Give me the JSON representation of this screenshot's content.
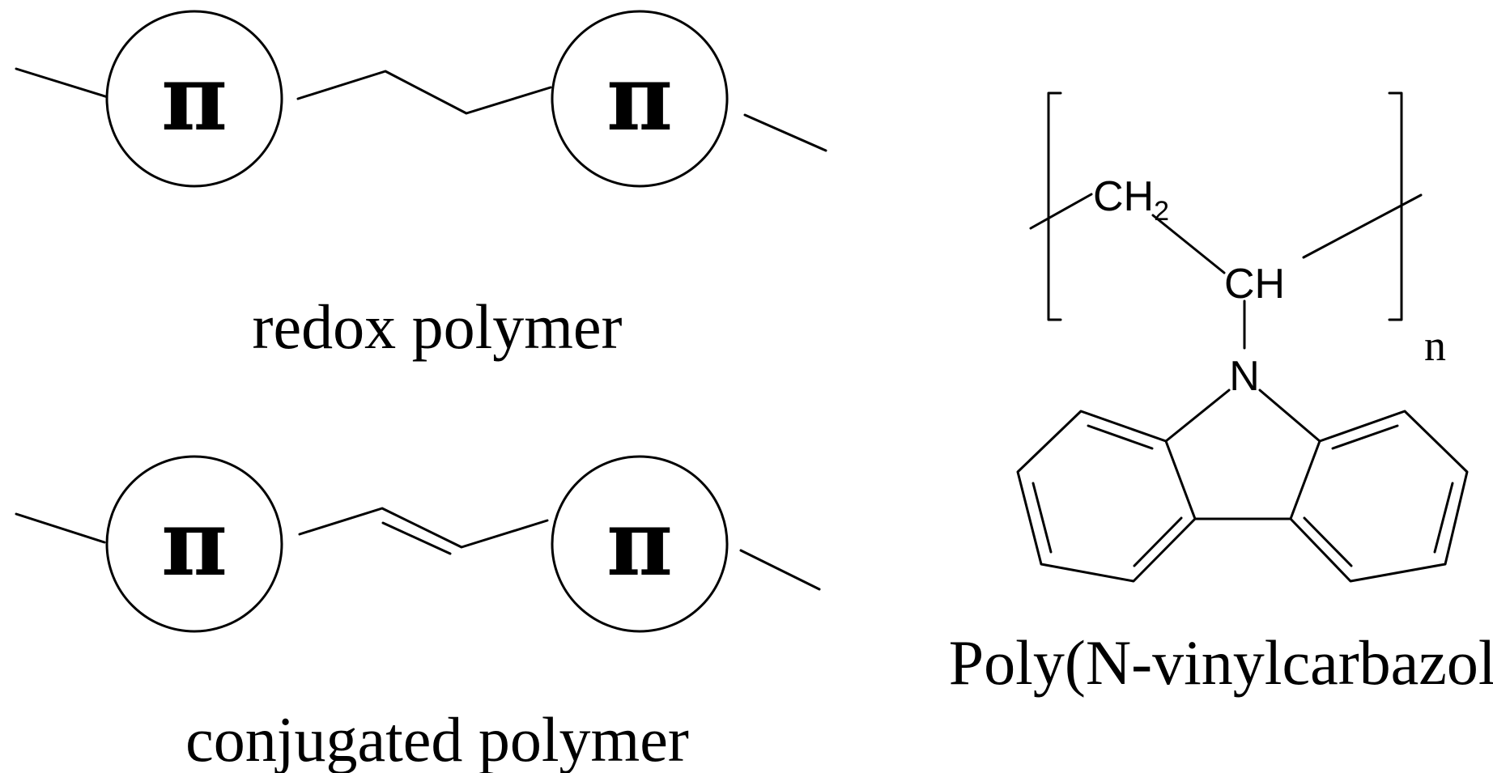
{
  "redox": {
    "left_symbol": "π",
    "right_symbol": "π",
    "caption": "redox polymer"
  },
  "conjugated": {
    "left_symbol": "π",
    "right_symbol": "π",
    "caption": "conjugated polymer"
  },
  "pvk": {
    "ch2": "CH",
    "ch2_subscript": "2",
    "ch": "CH",
    "n_atom": "N",
    "repeat_n": "n",
    "caption": "Poly(N-vinylcarbazole)"
  }
}
